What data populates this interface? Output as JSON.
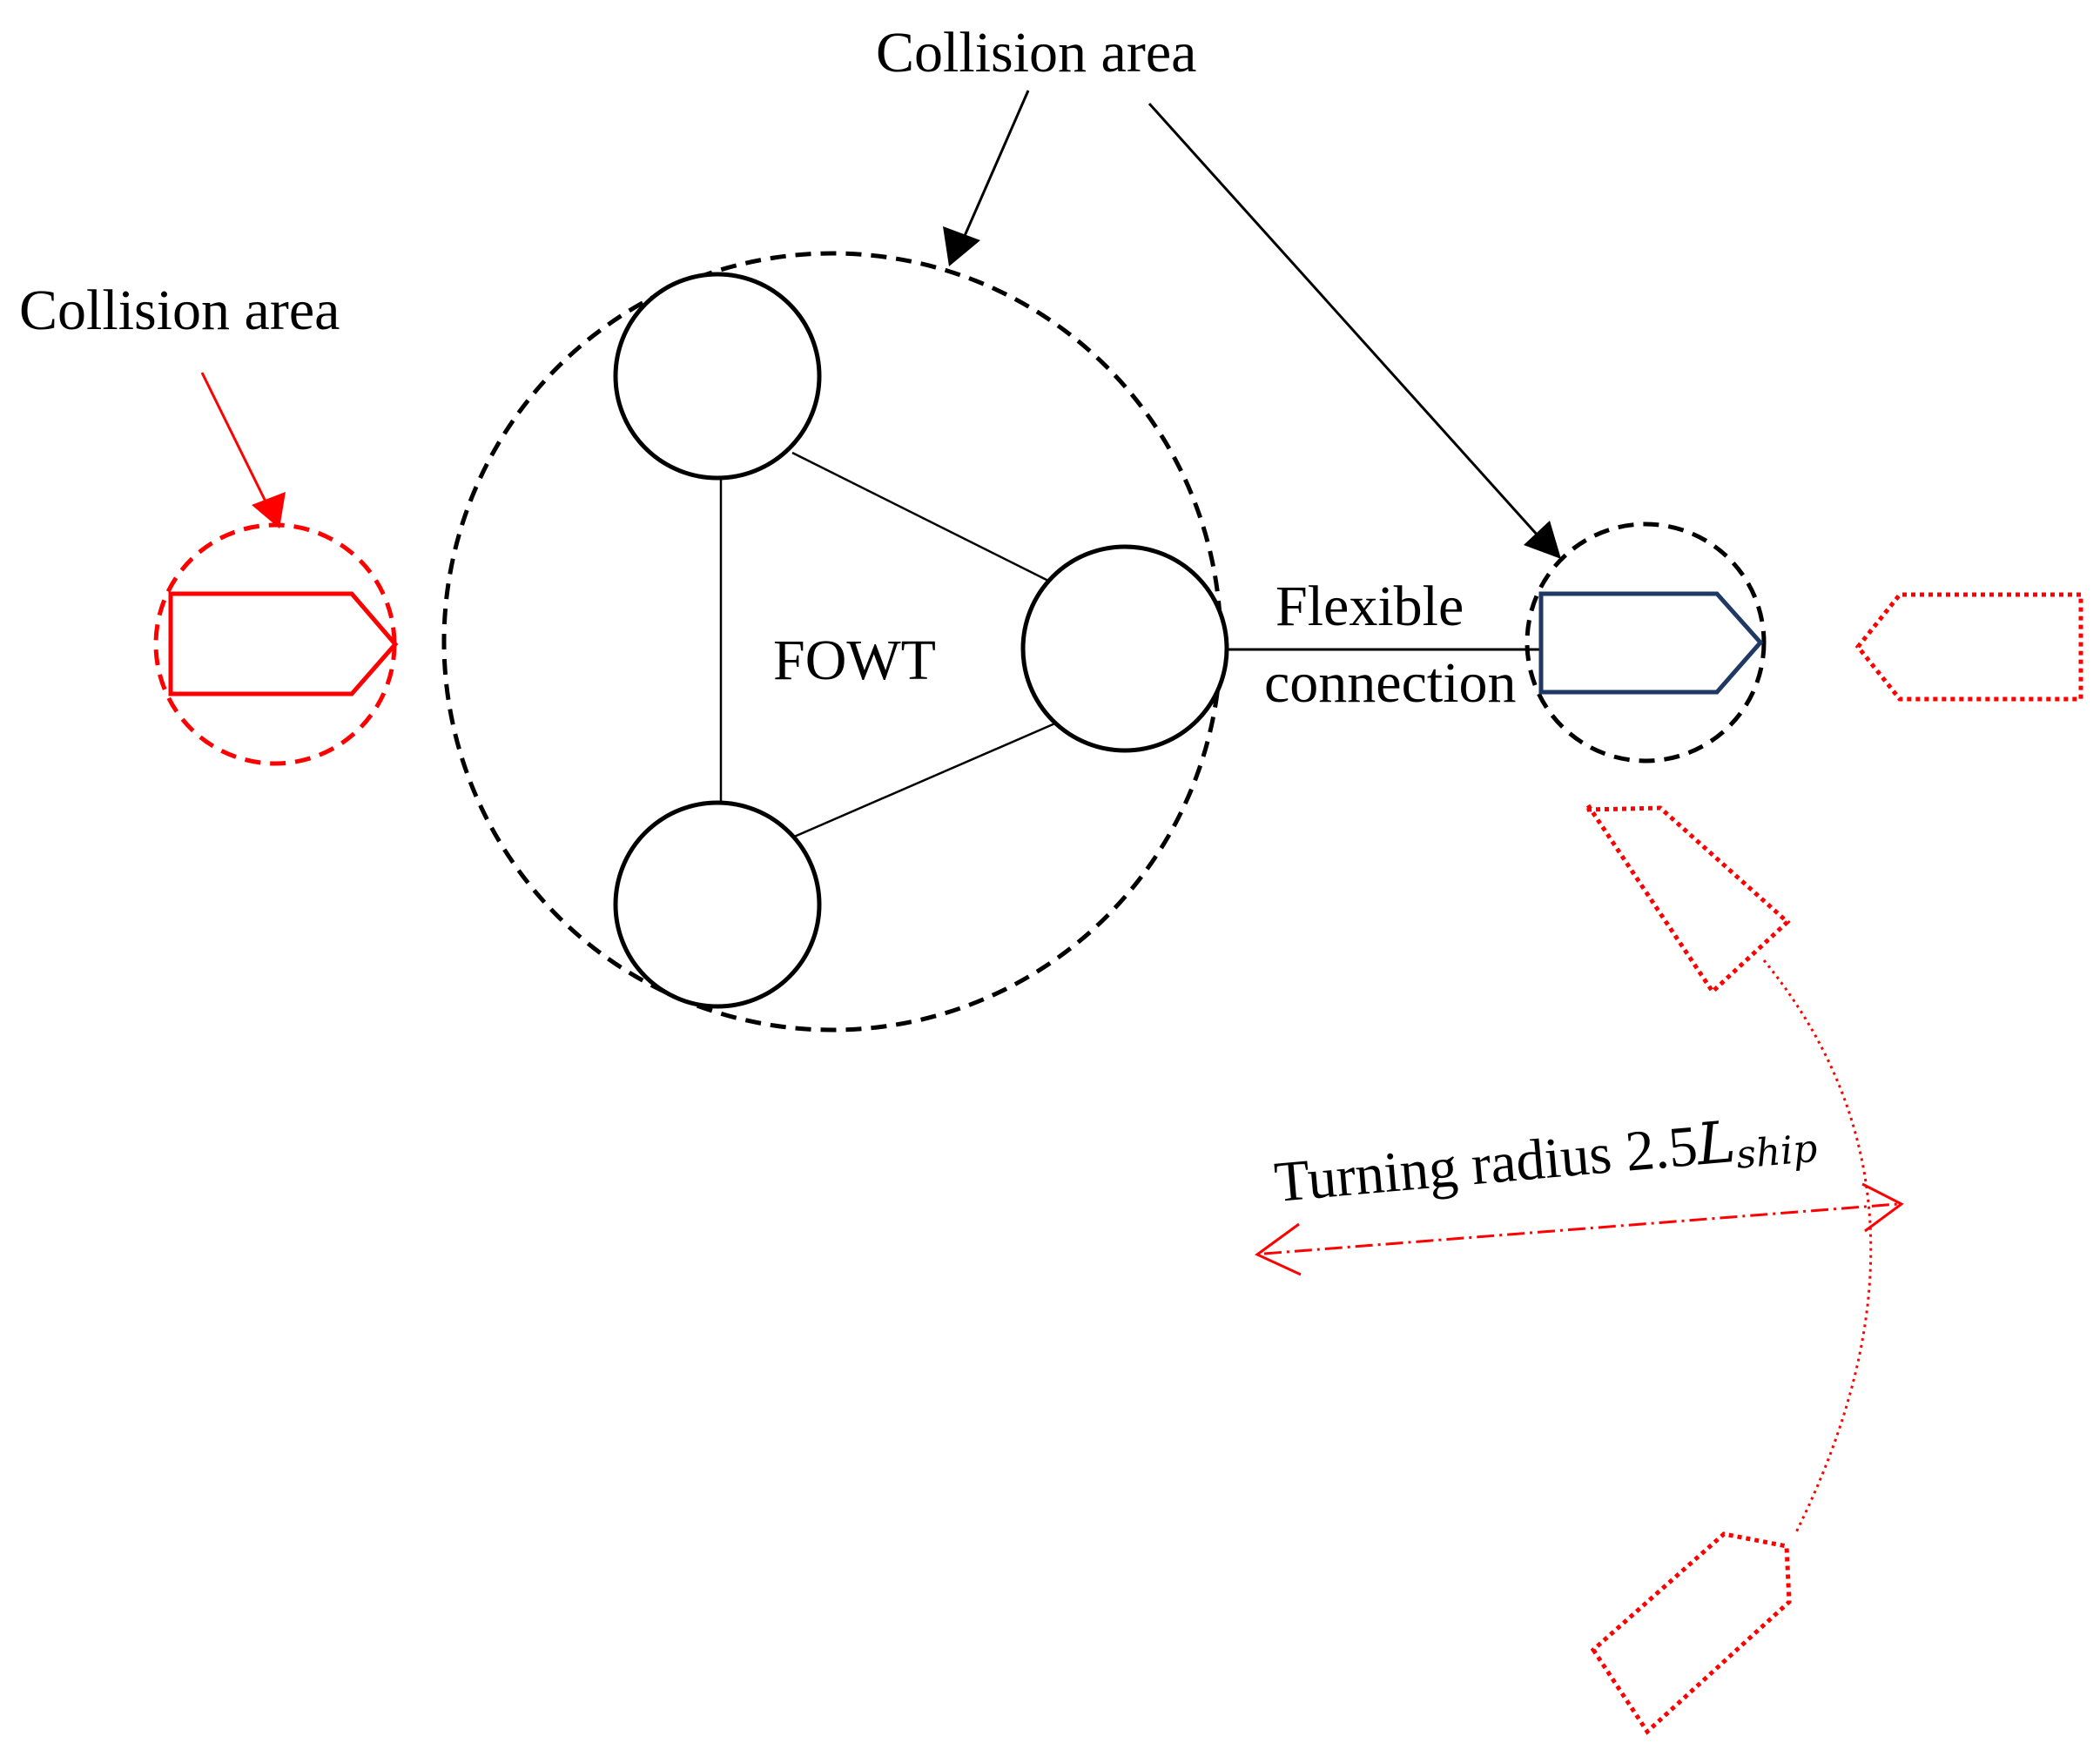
{
  "labels": {
    "collision_area_top": "Collision area",
    "collision_area_left": "Collision area",
    "fowt": "FOWT",
    "flexible_line1": "Flexible",
    "flexible_line2": "connection",
    "turning_prefix": "Turning radius 2.5",
    "turning_L": "L",
    "turning_sub": "ship"
  },
  "colors": {
    "black": "#000000",
    "red": "#ff0000",
    "navy": "#1f3864"
  }
}
